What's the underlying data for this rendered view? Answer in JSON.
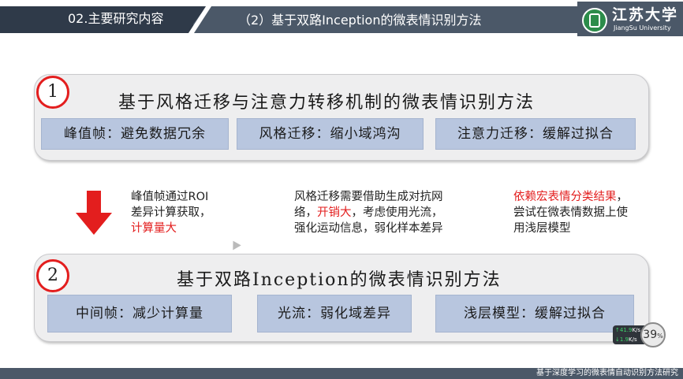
{
  "header": {
    "section": "02.主要研究内容",
    "topic": "（2）基于双路Inception的微表情识别方法",
    "logo_cn": "江苏大学",
    "logo_en": "JiangSu University"
  },
  "panel1": {
    "number": "1",
    "title": "基于风格迁移与注意力转移机制的微表情识别方法",
    "boxes": [
      "峰值帧：避免数据冗余",
      "风格迁移：缩小域鸿沟",
      "注意力迁移：缓解过拟合"
    ]
  },
  "middle": {
    "note1_a": "峰值帧通过ROI",
    "note1_b": "差异计算获取，",
    "note1_red": "计算量大",
    "note2_a": "风格迁移需要借助生成对抗网",
    "note2_b": "络，",
    "note2_red": "开销大",
    "note2_c": "，考虑使用光流，",
    "note2_d": "强化运动信息，弱化样本差异",
    "note3_red": "依赖宏表情分类结果",
    "note3_a": "，",
    "note3_b": "尝试在微表情数据上使",
    "note3_c": "用浅层模型"
  },
  "panel2": {
    "number": "2",
    "title": "基于双路Inception的微表情识别方法",
    "boxes": [
      "中间帧：减少计算量",
      "光流：弱化域差异",
      "浅层模型：缓解过拟合"
    ]
  },
  "widget": {
    "up": "↑41.9",
    "up_unit": "K/s",
    "down": "↓1.9",
    "down_unit": "K/s",
    "percent": "39",
    "percent_unit": "%"
  },
  "footer": {
    "text": "基于深度学习的微表情自动识别方法研究"
  },
  "colors": {
    "header_bg": "#4b5868",
    "accent_red": "#e31e1e",
    "box_blue": "#b8c6df"
  }
}
